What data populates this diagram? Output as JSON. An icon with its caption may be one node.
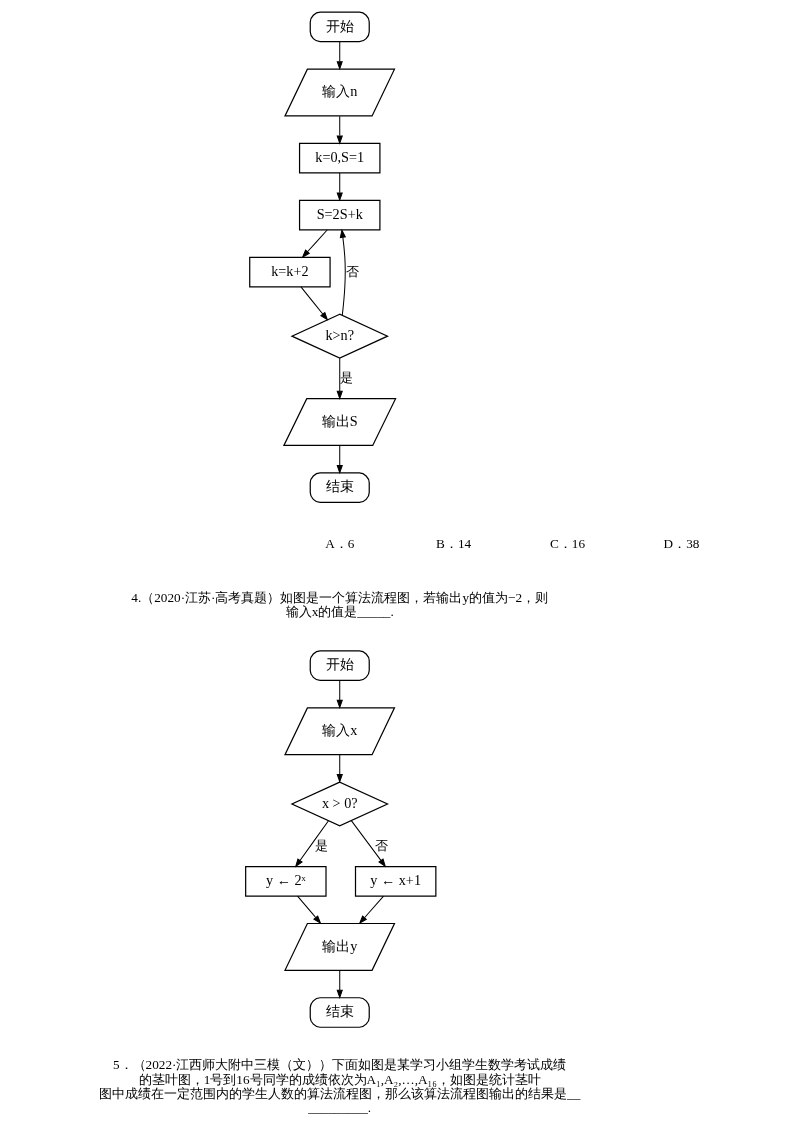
{
  "diagram": {
    "nodes": [
      {
        "text": [
          "开始"
        ]
      },
      {
        "text": [
          "输入n"
        ]
      },
      {
        "text": [
          "k=0,S=1"
        ]
      },
      {
        "text": [
          "S=2S+k"
        ]
      },
      {
        "text": [
          "k=k+2"
        ]
      },
      {
        "text": [
          "k>n?"
        ]
      },
      {
        "text": [
          "输出S"
        ]
      },
      {
        "text": [
          "结束"
        ]
      },
      {
        "text": [
          "开始"
        ]
      },
      {
        "text": [
          "输入x"
        ]
      },
      {
        "text": [
          "x > 0?"
        ]
      },
      {
        "text": [
          "y ← 2ˣ"
        ]
      },
      {
        "text": [
          "y ← x+1"
        ]
      },
      {
        "text": [
          "输出y"
        ]
      },
      {
        "text": [
          "结束"
        ]
      }
    ],
    "edges": [
      {
        "from": 0,
        "to": 1,
        "arrow": "to"
      },
      {
        "from": 1,
        "to": 2,
        "arrow": "to"
      },
      {
        "from": 2,
        "to": 3,
        "arrow": "to"
      },
      {
        "from": 3,
        "to": 4,
        "arrow": "to"
      },
      {
        "from": 4,
        "to": 5,
        "arrow": "to"
      },
      {
        "from": 5,
        "to": 3,
        "arrow": "to",
        "label": "否"
      },
      {
        "from": 5,
        "to": 6,
        "arrow": "to",
        "label": "是"
      },
      {
        "from": 6,
        "to": 7,
        "arrow": "to"
      },
      {
        "from": 8,
        "to": 9,
        "arrow": "to"
      },
      {
        "from": 9,
        "to": 10,
        "arrow": "to"
      },
      {
        "from": 10,
        "to": 11,
        "arrow": "to",
        "label": "是"
      },
      {
        "from": 10,
        "to": 12,
        "arrow": "to",
        "label": "否"
      },
      {
        "from": 11,
        "to": 13,
        "arrow": "to"
      },
      {
        "from": 12,
        "to": 13,
        "arrow": "to"
      },
      {
        "from": 13,
        "to": 14,
        "arrow": "to"
      }
    ],
    "labels": [
      "A．6",
      "B．14",
      "C．16",
      "D．38",
      "4.（2020·江苏·高考真题）如图是一个算法流程图，若输出y的值为−2，则输入x的值是_____.",
      "5．（2022·江西师大附中三模（文））下面如图是某学习小组学生数学考试成绩的茎叶图，1号到16号同学的成绩依次为A₁,A₂,…,A₁₆，如图是统计茎叶图中成绩在一定范围内的学生人数的算法流程图，那么该算法流程图输出的结果是___________."
    ]
  }
}
